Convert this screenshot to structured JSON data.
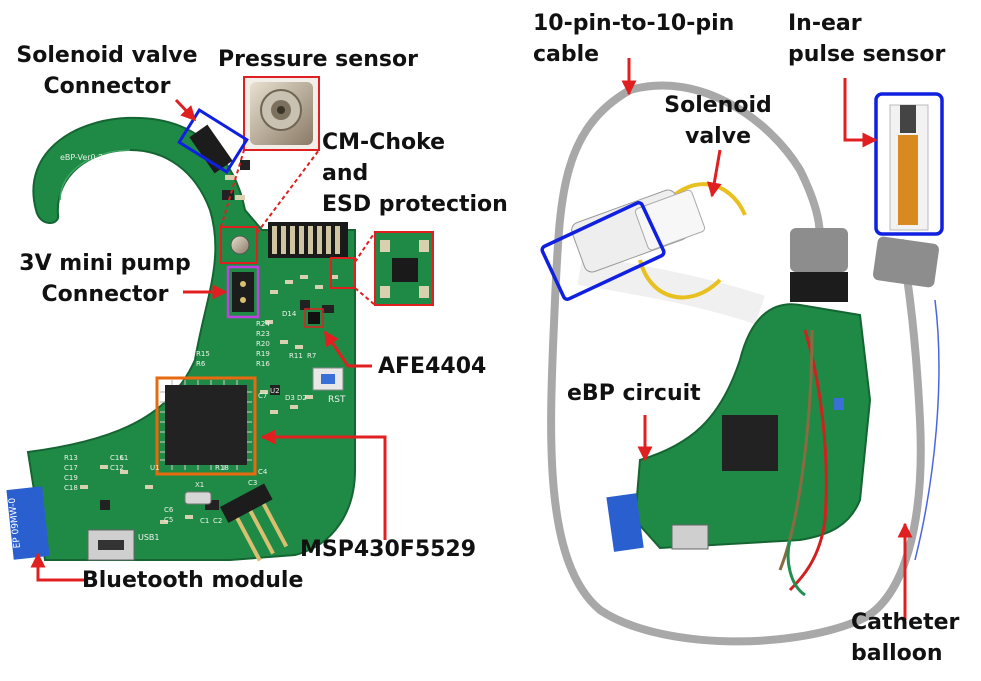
{
  "left_panel": {
    "labels": {
      "solenoid_connector": [
        "Solenoid valve",
        "Connector"
      ],
      "pressure_sensor": "Pressure sensor",
      "cm_choke": [
        "CM-Choke",
        "and",
        "ESD protection"
      ],
      "pump_connector": [
        "3V mini pump",
        "Connector"
      ],
      "afe": "AFE4404",
      "mcu": "MSP430F5529",
      "bluetooth": "Bluetooth module"
    },
    "board_silkscreen": {
      "version": "eBP-Ver0.2",
      "bt_module_marking": "EP 09MW-0",
      "usb": "USB1",
      "rst": "RST",
      "parts": [
        "D14",
        "R11",
        "R7",
        "R24",
        "R23",
        "R20",
        "R19",
        "R16",
        "R15",
        "R6",
        "C7",
        "D3",
        "D2",
        "U2",
        "U1",
        "X1",
        "C6",
        "C5",
        "C1",
        "C2",
        "C3",
        "R18",
        "C4",
        "R13",
        "C17",
        "C19",
        "C18",
        "C16",
        "C12",
        "L1"
      ]
    }
  },
  "right_panel": {
    "labels": {
      "cable": [
        "10-pin-to-10-pin",
        "cable"
      ],
      "pulse_sensor": [
        "In-ear",
        "pulse sensor"
      ],
      "solenoid": [
        "Solenoid",
        "valve"
      ],
      "ebp_circuit": "eBP circuit",
      "catheter": [
        "Catheter",
        "balloon"
      ]
    }
  },
  "colors": {
    "board_green": "#1f8a45",
    "annotation_red": "#e02020",
    "box_blue": "#1020e0",
    "box_orange": "#e86a10",
    "box_purple": "#c040e0",
    "cable_gray": "#a8a8a8",
    "chip_black": "#222222"
  }
}
